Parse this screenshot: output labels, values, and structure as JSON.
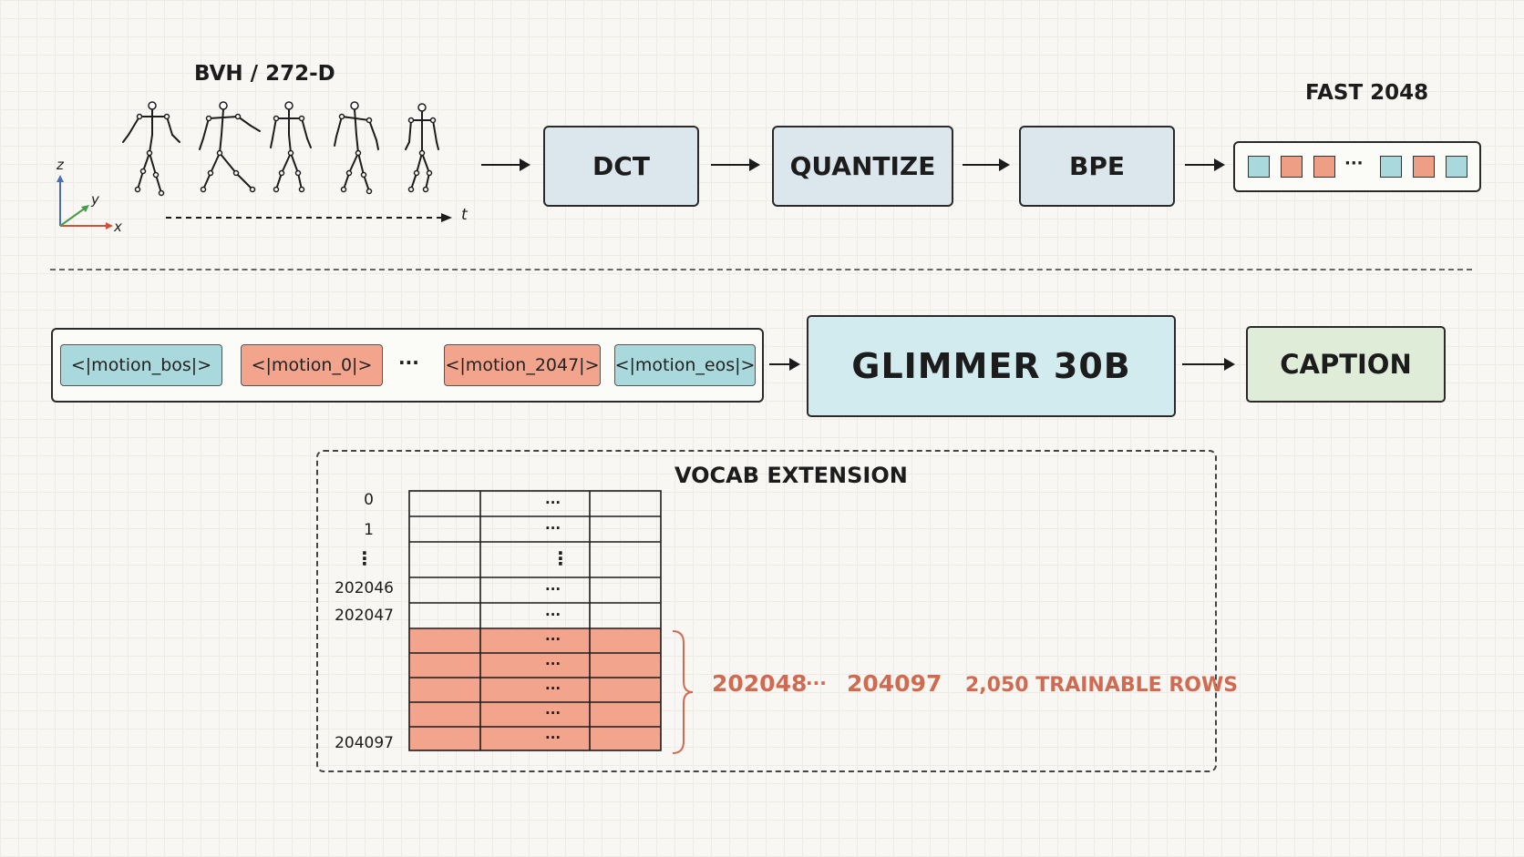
{
  "top": {
    "input_label": "BVH / 272-D",
    "axis": {
      "z": "z",
      "y": "y",
      "x": "x",
      "t": "t"
    },
    "stages": [
      "DCT",
      "QUANTIZE",
      "BPE"
    ],
    "output_label": "FAST 2048",
    "output_tokens": [
      "teal",
      "salmon",
      "salmon",
      "ellipsis",
      "teal",
      "salmon",
      "teal"
    ],
    "ellipsis": "···"
  },
  "sequence": {
    "tokens": [
      {
        "label": "<|motion_bos|>",
        "color": "#a9d9dc"
      },
      {
        "label": "<|motion_0|>",
        "color": "#f3a48c"
      },
      {
        "label": "···",
        "color": "none"
      },
      {
        "label": "<|motion_2047|>",
        "color": "#f3a48c"
      },
      {
        "label": "<|motion_eos|>",
        "color": "#a9d9dc"
      }
    ]
  },
  "model": {
    "name": "GLIMMER 30B"
  },
  "output": {
    "name": "CAPTION"
  },
  "vocab": {
    "title": "VOCAB EXTENSION",
    "row_labels": [
      "0",
      "1",
      "⋮",
      "202046",
      "202047",
      "",
      "",
      "",
      "",
      "204097"
    ],
    "cell_ellipsis": "···",
    "vertical_ellipsis": "⋮",
    "range_start": "202048",
    "range_sep": "···",
    "range_end": "204097",
    "trainable_label": "2,050 TRAINABLE ROWS",
    "highlight_color": "#f3a48c"
  }
}
